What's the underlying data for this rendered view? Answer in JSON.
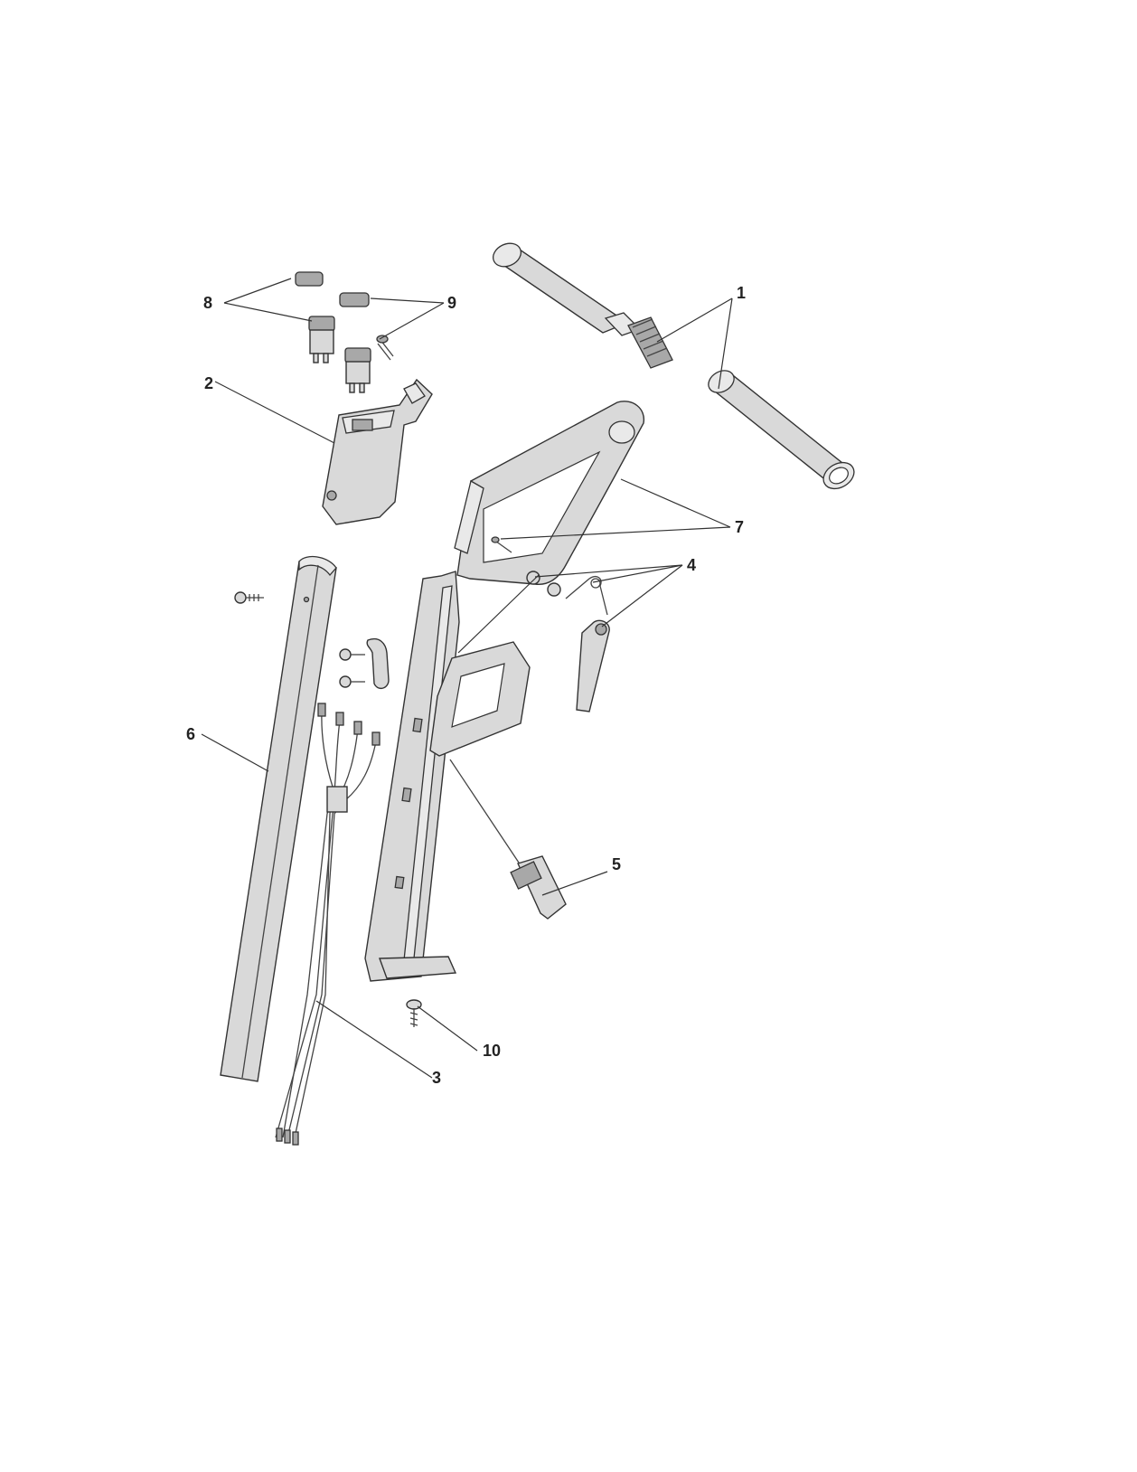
{
  "callouts": {
    "c1": "1",
    "c2": "2",
    "c3": "3",
    "c4": "4",
    "c5": "5",
    "c6": "6",
    "c7": "7",
    "c8": "8",
    "c9": "9",
    "c10": "10"
  },
  "colors": {
    "line": "#333333",
    "part_fill": "#d9d9d9",
    "part_shade": "#a8a8a8",
    "background": "#ffffff"
  }
}
